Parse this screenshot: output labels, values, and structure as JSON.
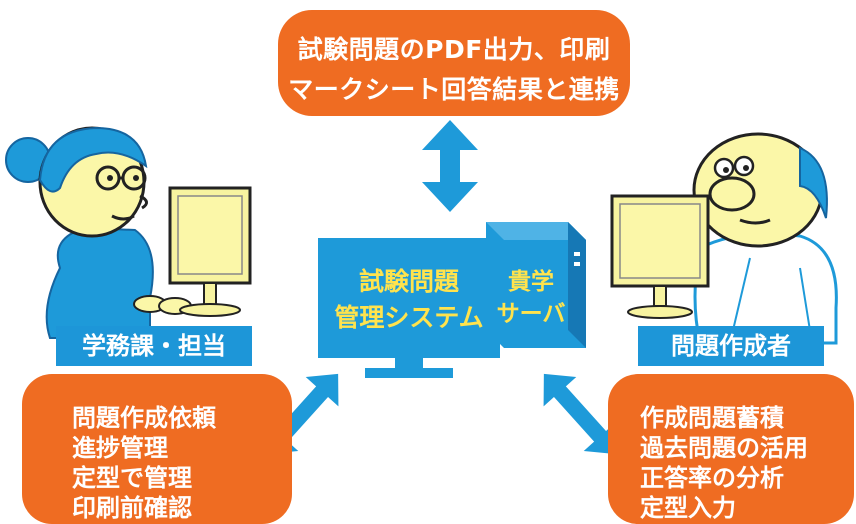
{
  "top_box": {
    "line1": "試験問題のPDF出力、印刷",
    "line2": "マークシート回答結果と連携"
  },
  "system": {
    "line1": "試験問題",
    "line2": "管理システム"
  },
  "server": {
    "line1": "貴学",
    "line2": "サーバ"
  },
  "left": {
    "label": "学務課・担当",
    "items": [
      "問題作成依頼",
      "進捗管理",
      "定型で管理",
      "印刷前確認"
    ]
  },
  "right": {
    "label": "問題作成者",
    "items": [
      "作成問題蓄積",
      "過去問題の活用",
      "正答率の分析",
      "定型入力"
    ]
  },
  "colors": {
    "orange": "#ef6c22",
    "blue": "#1e9ad9",
    "yellow": "#ffe34d",
    "person_fill": "#fbf7a8"
  }
}
